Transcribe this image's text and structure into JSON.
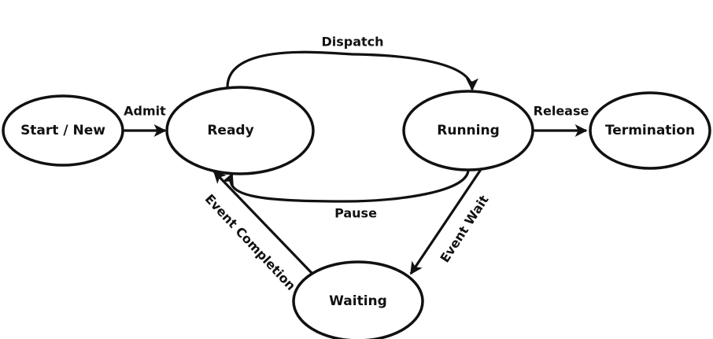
{
  "diagram": {
    "type": "state-transition",
    "colors": {
      "stroke": "#111111",
      "fill": "#ffffff",
      "text": "#111111"
    },
    "nodes": [
      {
        "id": "start",
        "label": "Start / New"
      },
      {
        "id": "ready",
        "label": "Ready"
      },
      {
        "id": "running",
        "label": "Running"
      },
      {
        "id": "termination",
        "label": "Termination"
      },
      {
        "id": "waiting",
        "label": "Waiting"
      }
    ],
    "edges": [
      {
        "id": "admit",
        "from": "start",
        "to": "ready",
        "label": "Admit"
      },
      {
        "id": "dispatch",
        "from": "ready",
        "to": "running",
        "label": "Dispatch"
      },
      {
        "id": "release",
        "from": "running",
        "to": "termination",
        "label": "Release"
      },
      {
        "id": "pause",
        "from": "running",
        "to": "ready",
        "label": "Pause"
      },
      {
        "id": "event-wait",
        "from": "running",
        "to": "waiting",
        "label": "Event Wait"
      },
      {
        "id": "event-completion",
        "from": "waiting",
        "to": "ready",
        "label": "Event Completion"
      }
    ]
  }
}
